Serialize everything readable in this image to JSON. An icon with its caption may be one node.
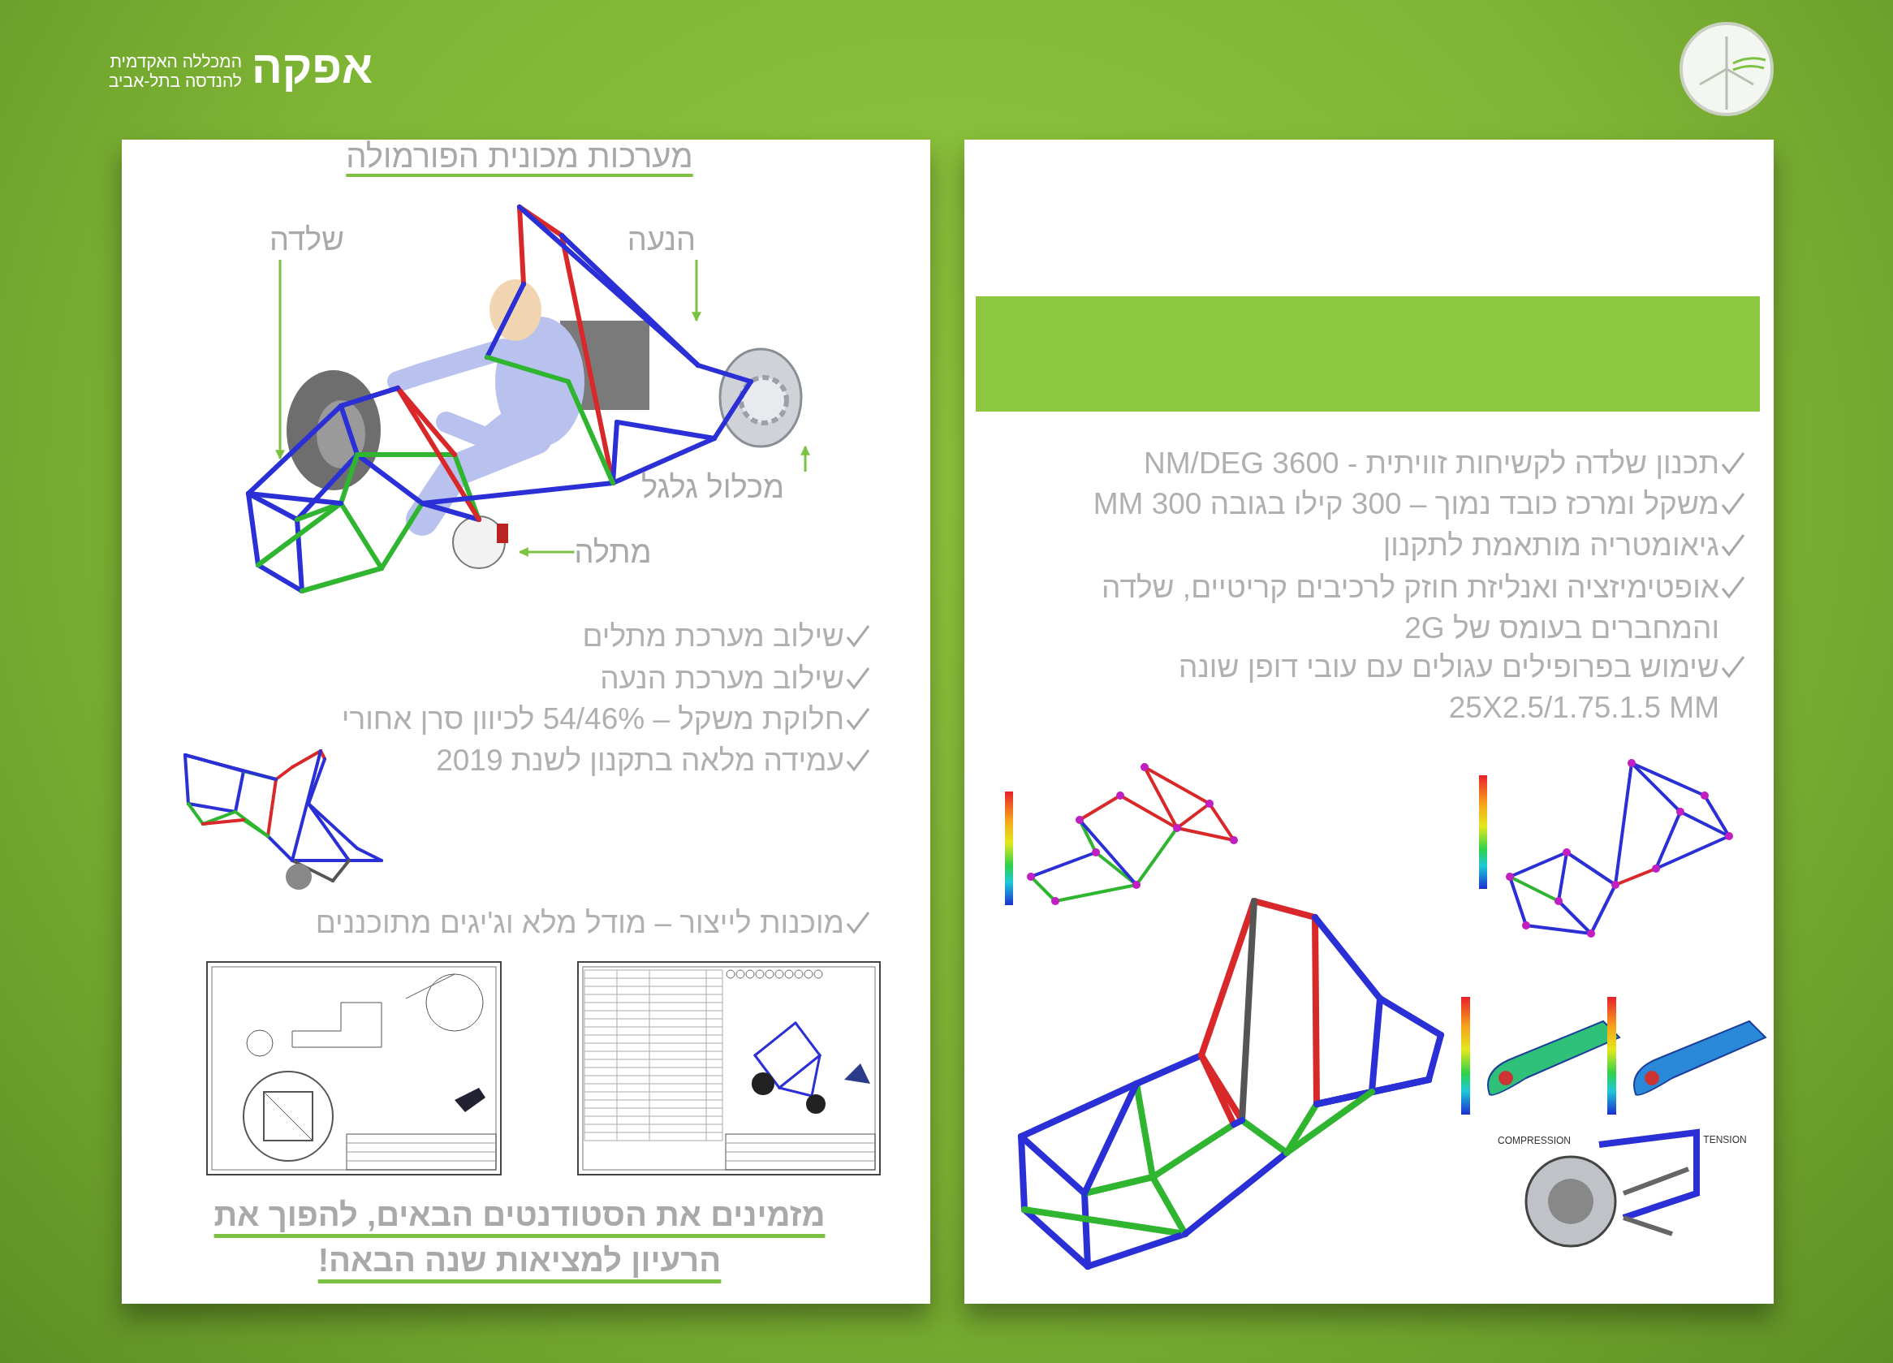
{
  "diagram": {
    "title": "מערכות מכונית הפורמולה",
    "nodes": [
      {
        "text": [
          "שלדה"
        ]
      },
      {
        "text": [
          "הנעה"
        ]
      },
      {
        "text": [
          "מכלול גלגל"
        ]
      },
      {
        "text": [
          "מתלה"
        ]
      },
      {
        "text": [],
        "shape": "picture"
      },
      {
        "text": [],
        "shape": "bar"
      }
    ],
    "edges": [
      {
        "from": 0,
        "to": null,
        "arrow": "to"
      },
      {
        "from": 1,
        "to": null,
        "arrow": "to"
      },
      {
        "from": 2,
        "to": 4,
        "arrow": "to"
      },
      {
        "from": 3,
        "to": null,
        "arrow": "to"
      }
    ],
    "labels": [
      "אפקה",
      "המכללה האקדמית להנדסה בתל-אביב",
      "שילוב מערכת מתלים",
      "שילוב מערכת הנעה",
      "חלוקת משקל – 54/46% לכיוון סרן אחורי",
      "עמידה מלאה בתקנון לשנת 2019",
      "מוכנות לייצור – מודל מלא וג'יגים מתוכננים",
      "תכנון שלדה לקשיחות זוויתית - 3600 NM/DEG",
      "משקל ומרכז כובד נמוך – 300 קילו בגובה 300 MM",
      "גיאומטריה מותאמת לתקנון",
      "אופטימיזציה ואנליזת חוזק לרכיבים קריטיים, שלדה והמחברים בעומס של 2G",
      "שימוש בפרופילים עגולים עם עובי דופן שונה 25X2.5/1.75.1.5 MM",
      "COMPRESSION",
      "TENSION",
      "מזמינים את הסטודנטים הבאים, להפוך את הרעיון למציאות שנה הבאה!"
    ]
  }
}
